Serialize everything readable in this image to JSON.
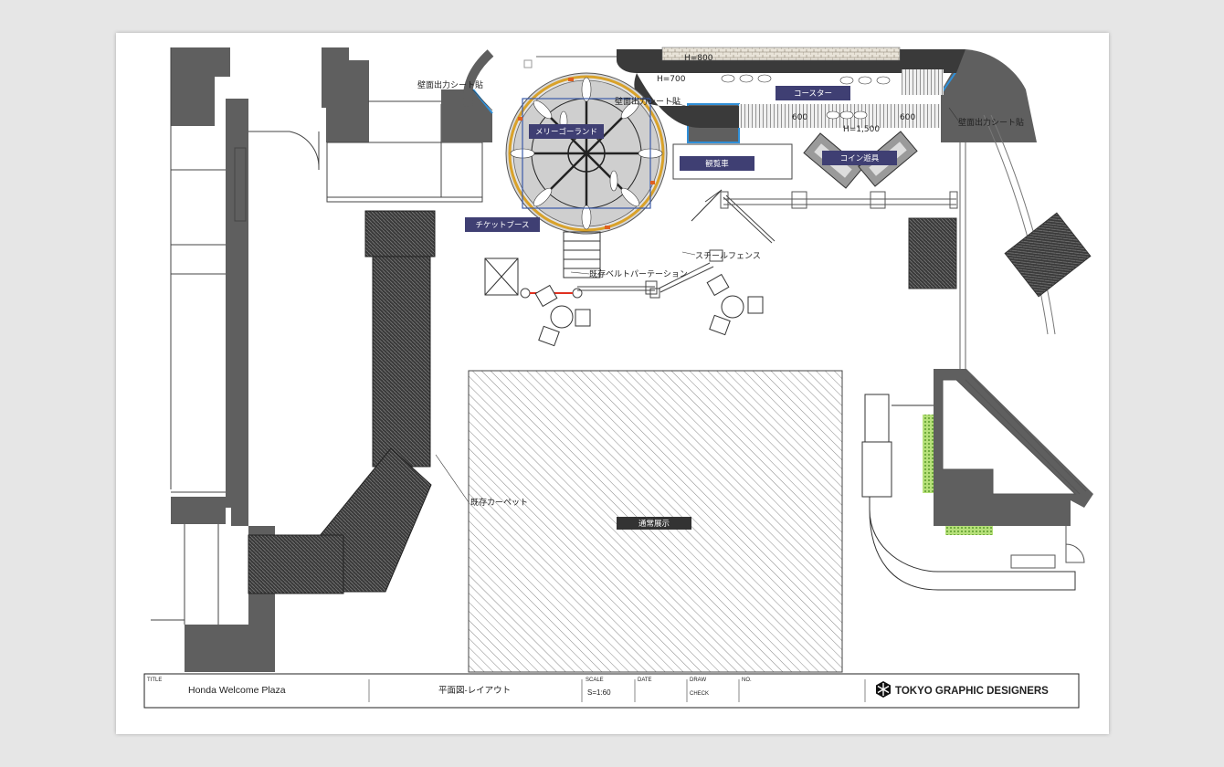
{
  "floorplan": {
    "zones": {
      "merry_go_round": "メリーゴーランド",
      "ferris_wheel": "観覧車",
      "coaster": "コースター",
      "coin_games": "コイン遊具",
      "ticket_booth": "チケットブース",
      "regular_exhibit": "通常展示"
    },
    "annotations": {
      "wall_sheet_left": "壁面出力シート貼",
      "wall_sheet_center": "壁面出力シート貼",
      "wall_sheet_right": "壁面出力シート貼",
      "steel_fence": "スチールフェンス",
      "belt_partition": "既存ベルトパーテーション",
      "carpet": "既存カーペット",
      "dim_h800": "H=800",
      "dim_h700": "H=700",
      "dim_h1500": "H=1,500",
      "dim_600a": "600",
      "dim_600b": "600"
    },
    "colors": {
      "wall": "#5f5f5f",
      "tag_bg": "#3f3f73",
      "accent_blue": "#2f8fd8",
      "partition_red": "#e03020",
      "planter_green": "#8cc850"
    }
  },
  "title_block": {
    "title_label": "TITLE",
    "title_value": "Honda Welcome Plaza",
    "drawing_name": "平面図-レイアウト",
    "scale_label": "SCALE",
    "scale_value": "S=1:60",
    "date_label": "DATE",
    "draw_label": "DRAW",
    "check_label": "CHECK",
    "no_label": "NO.",
    "company": "TOKYO GRAPHIC DESIGNERS"
  }
}
